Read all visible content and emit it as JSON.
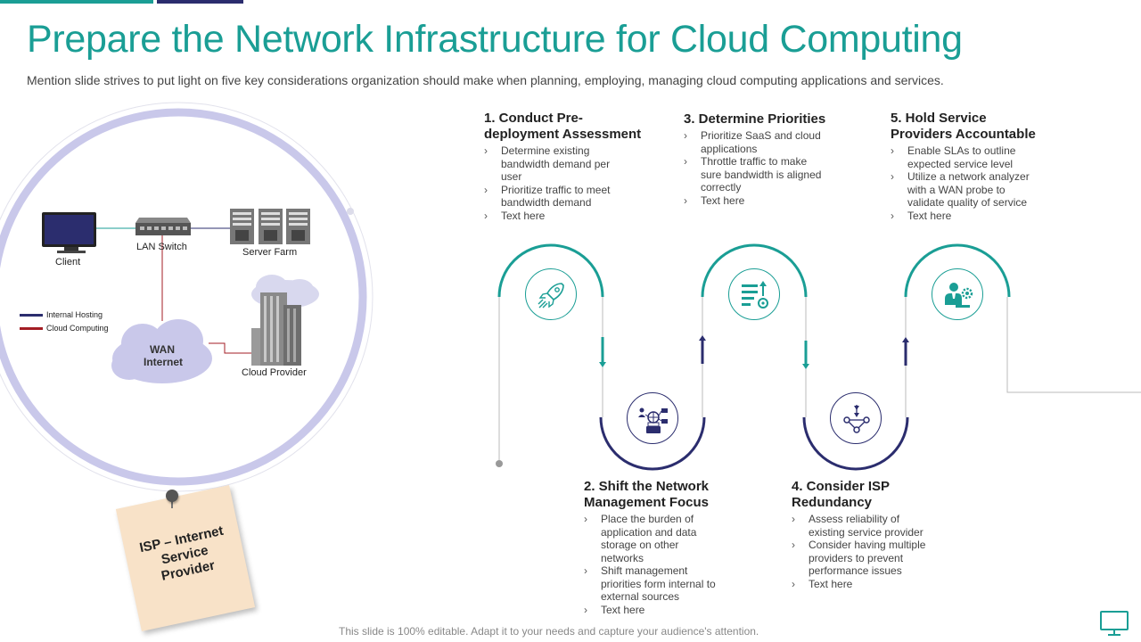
{
  "header": {
    "title": "Prepare the Network Infrastructure for Cloud Computing",
    "subtitle": "Mention slide strives to put light on five key considerations organization should make when planning, employing, managing cloud computing applications and services."
  },
  "network": {
    "client_label": "Client",
    "lan_switch_label": "LAN Switch",
    "server_farm_label": "Server Farm",
    "wan_label_line1": "WAN",
    "wan_label_line2": "Internet",
    "cloud_provider_label": "Cloud Provider",
    "legend": [
      {
        "label": "Internal Hosting",
        "color": "#2b2d6e"
      },
      {
        "label": "Cloud Computing",
        "color": "#a31d24"
      }
    ],
    "sticky_note": {
      "line1": "ISP – Internet",
      "line2": "Service",
      "line3": "Provider"
    }
  },
  "steps": [
    {
      "heading_line1": "1. Conduct Pre-",
      "heading_line2": "deployment Assessment",
      "items": [
        "Determine existing bandwidth demand per user",
        "Prioritize traffic to meet bandwidth demand",
        "Text here"
      ],
      "icon": "rocket-icon"
    },
    {
      "heading_line1": "2. Shift the Network",
      "heading_line2": "Management Focus",
      "items": [
        "Place the burden of application and data storage on other networks",
        "Shift management priorities form internal to external sources",
        "Text here"
      ],
      "icon": "network-user-icon"
    },
    {
      "heading_line1": "3. Determine Priorities",
      "heading_line2": "",
      "items": [
        "Prioritize SaaS and cloud applications",
        "Throttle traffic to make sure bandwidth is aligned correctly",
        "Text here"
      ],
      "icon": "priority-list-icon"
    },
    {
      "heading_line1": "4. Consider ISP",
      "heading_line2": "Redundancy",
      "items": [
        "Assess reliability of existing service provider",
        "Consider having multiple providers to prevent performance issues",
        "Text here"
      ],
      "icon": "network-nodes-icon"
    },
    {
      "heading_line1": "5. Hold Service",
      "heading_line2": "Providers Accountable",
      "items": [
        "Enable SLAs to outline expected service level",
        "Utilize a network analyzer with a WAN probe to validate quality of service",
        "Text here"
      ],
      "icon": "person-gear-icon"
    }
  ],
  "footer": {
    "note": "This slide is 100% editable. Adapt it to your needs and capture your audience's attention."
  },
  "colors": {
    "teal": "#1a9e95",
    "navy": "#2b2d6e",
    "red": "#a31d24",
    "lavender": "#c9c8ea"
  }
}
